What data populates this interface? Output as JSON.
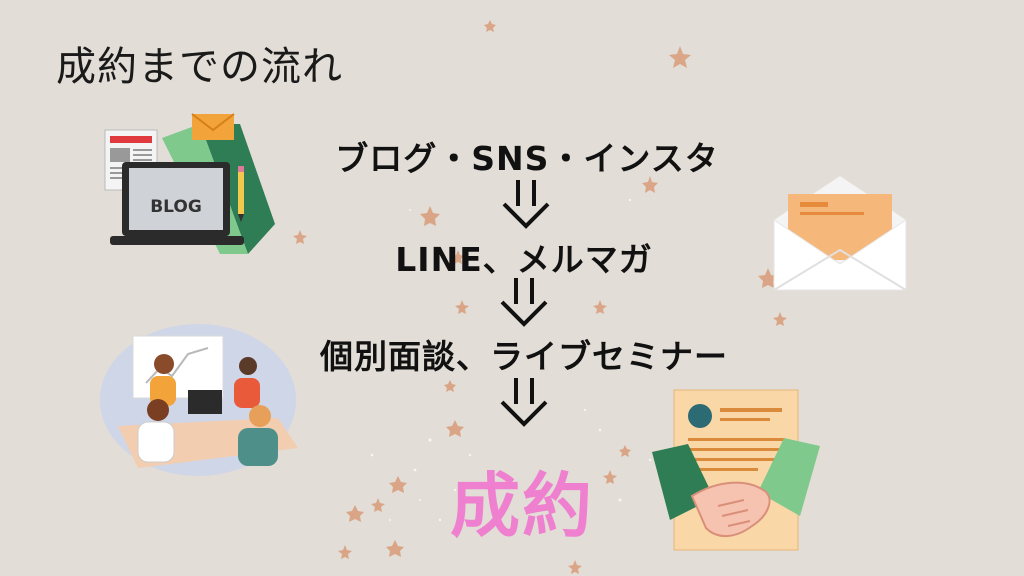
{
  "slide": {
    "title": "成約までの流れ",
    "steps": [
      "ブログ・SNS・インスタ",
      "LINE、メルマガ",
      "個別面談、ライブセミナー"
    ],
    "final": "成約",
    "blog_label": "BLOG"
  },
  "icons": {
    "blog": "laptop-blog-icon",
    "meeting": "meeting-people-icon",
    "envelope": "open-envelope-icon",
    "contract": "contract-handshake-icon",
    "arrow": "double-down-arrow-icon"
  },
  "colors": {
    "background": "#e2ddd6",
    "final_text": "#ef7fcf",
    "star": "#d9a07e",
    "green_dark": "#2e7d54",
    "green_light": "#7fc98c",
    "envelope": "#f6b87a",
    "paper": "#f9d7a6"
  }
}
